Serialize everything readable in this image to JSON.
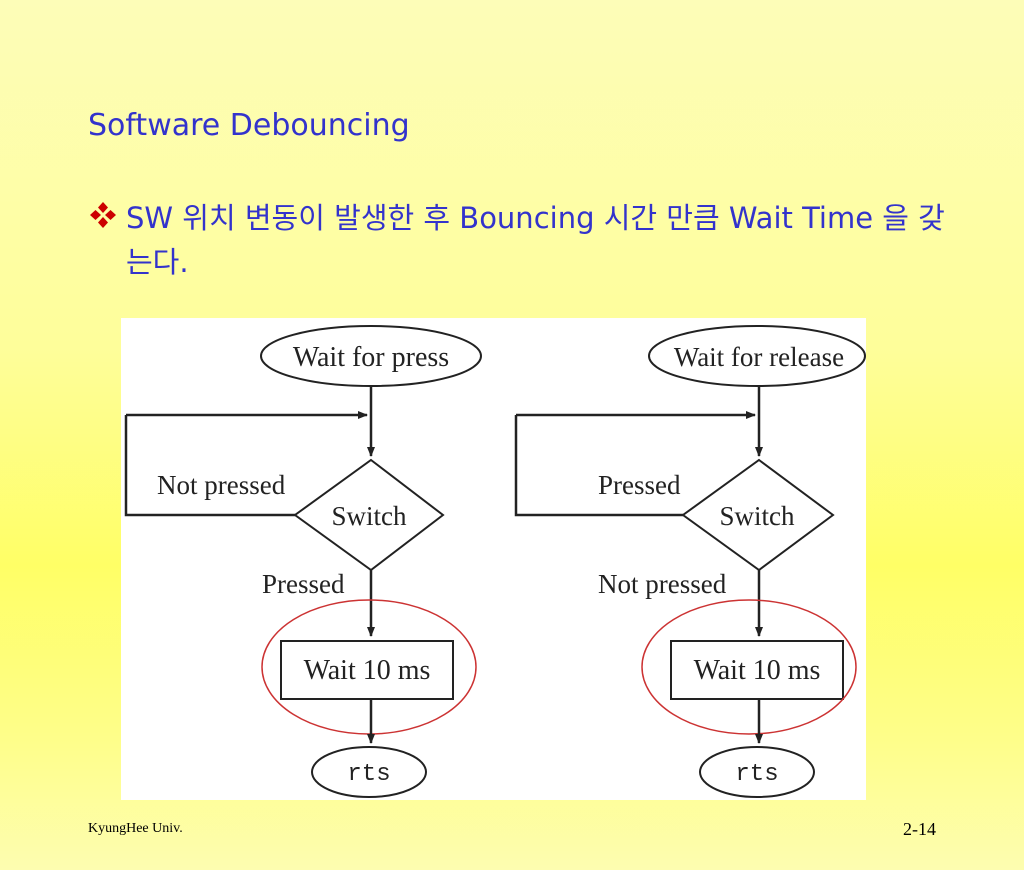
{
  "slide": {
    "title": "Software Debouncing",
    "bullet_text": "SW 위치 변동이 발생한 후 Bouncing 시간 만큼 Wait Time 을 갖는다.",
    "bullet_icon": "four-diamond-bullet-icon",
    "footer_left": "KyungHee Univ.",
    "footer_right": "2-14"
  },
  "colors": {
    "title_text": "#3333cc",
    "bullet_icon": "#cc0000",
    "highlight_circle": "#cc3333"
  },
  "flowcharts": [
    {
      "start": "Wait for press",
      "decision": "Switch",
      "loop_label": "Not pressed",
      "exit_label": "Pressed",
      "action": "Wait 10 ms",
      "end": "rts"
    },
    {
      "start": "Wait for release",
      "decision": "Switch",
      "loop_label": "Pressed",
      "exit_label": "Not pressed",
      "action": "Wait 10 ms",
      "end": "rts"
    }
  ]
}
